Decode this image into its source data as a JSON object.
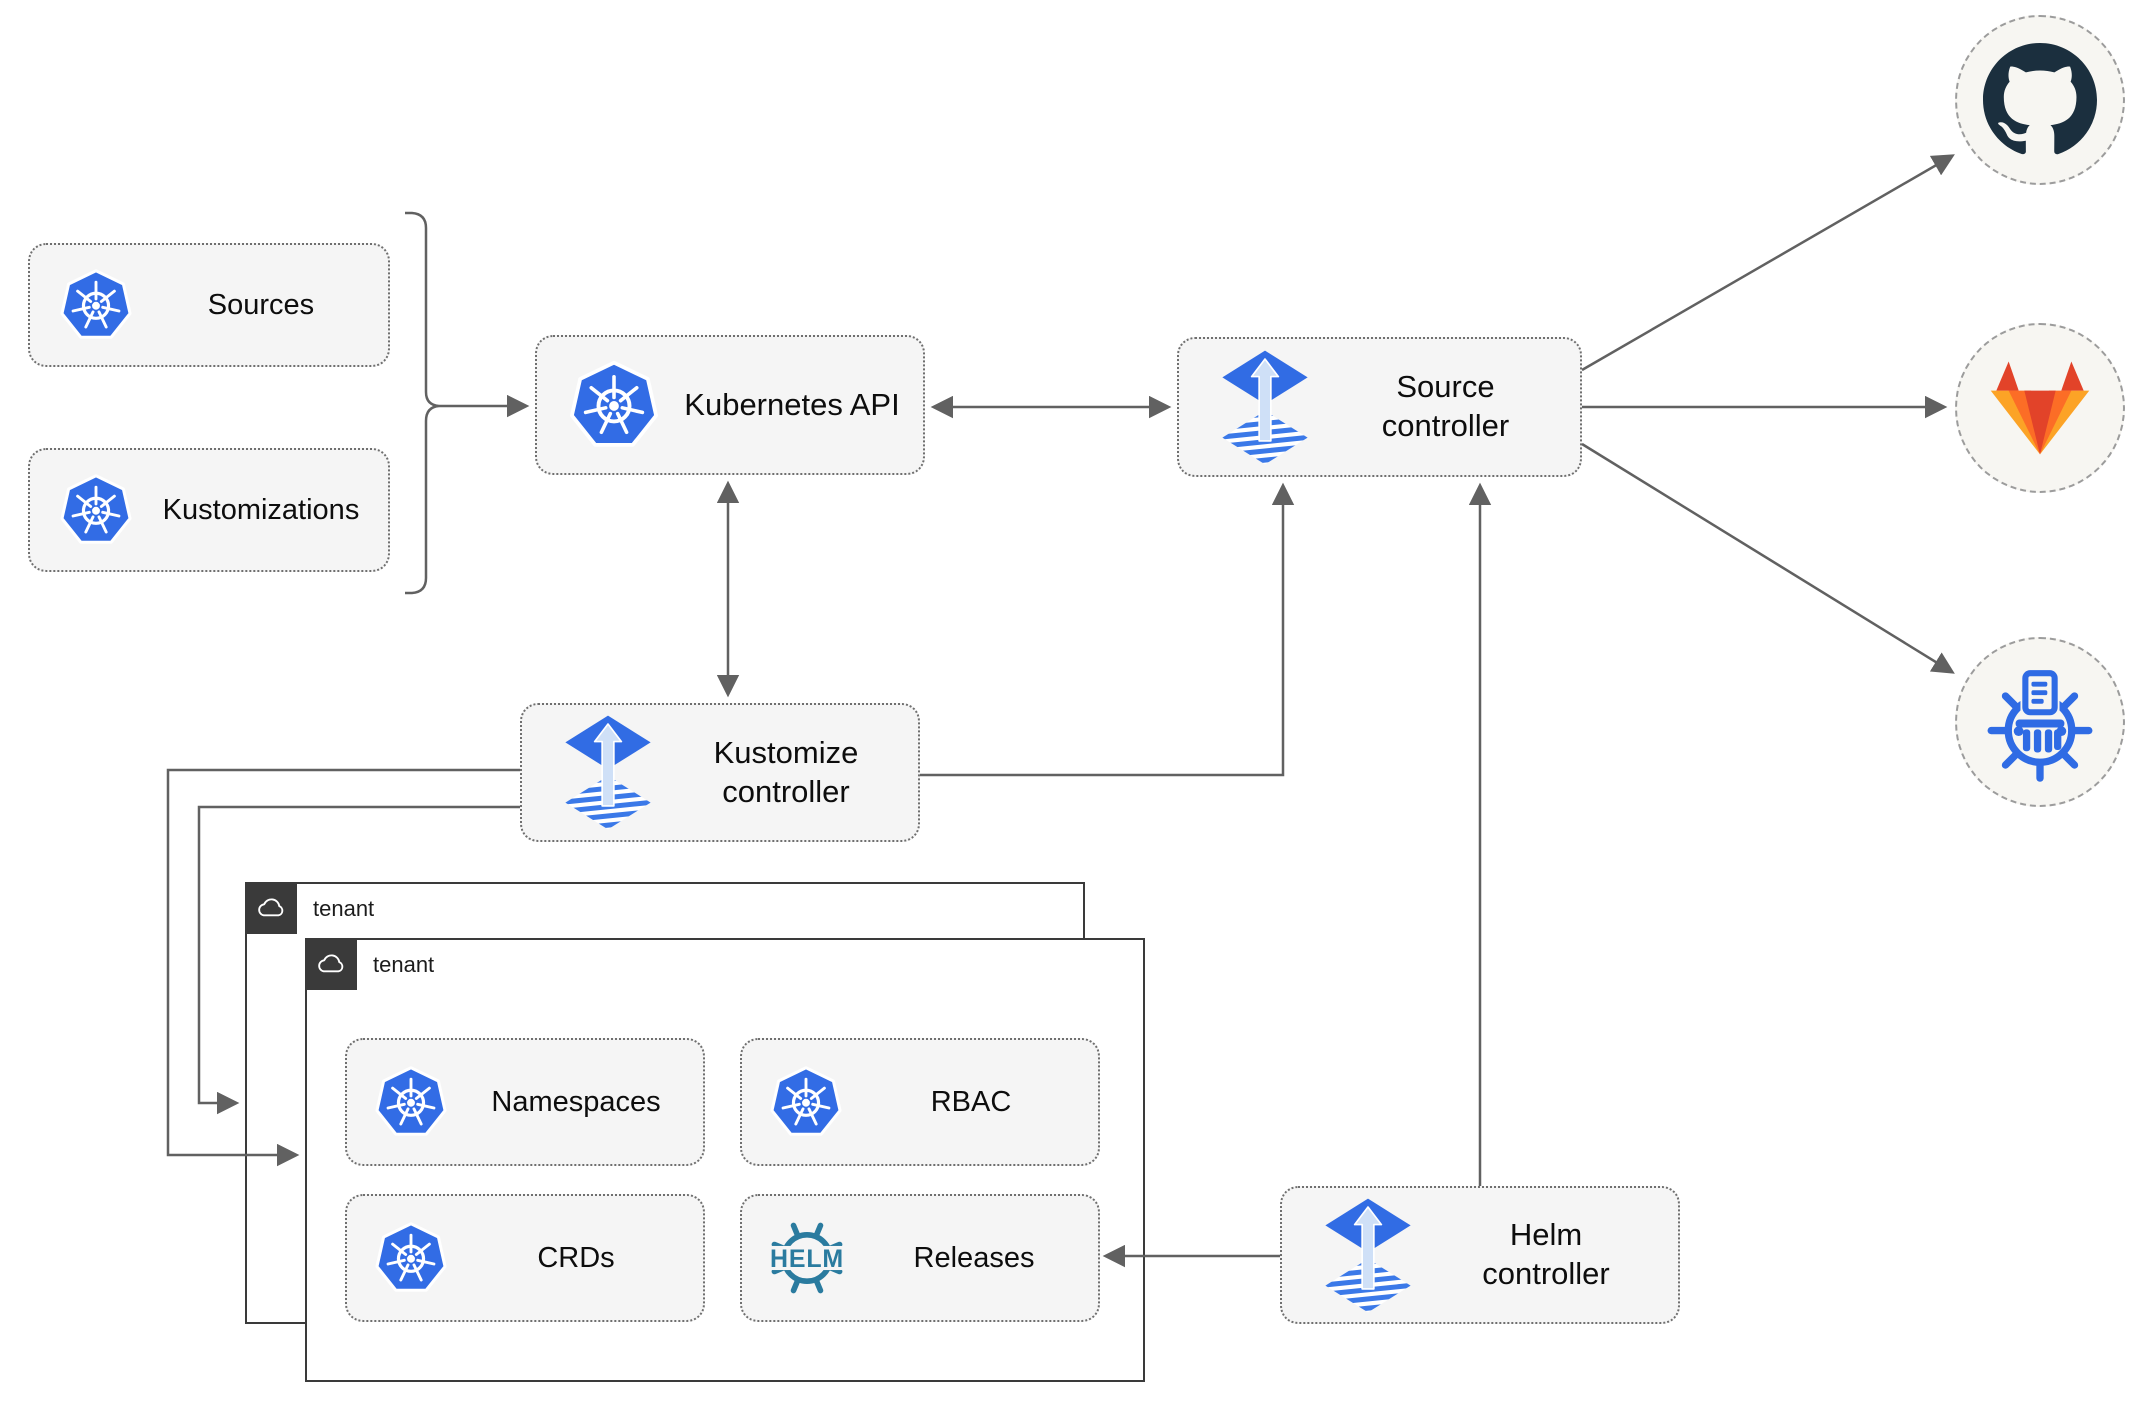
{
  "nodes": {
    "sources": {
      "label": "Sources",
      "icon": "kubernetes-icon"
    },
    "kustomizations": {
      "label": "Kustomizations",
      "icon": "kubernetes-icon"
    },
    "kubernetes_api": {
      "label": "Kubernetes API",
      "icon": "kubernetes-icon"
    },
    "source_controller": {
      "line1": "Source",
      "line2": "controller",
      "icon": "flux-icon"
    },
    "kustomize_controller": {
      "line1": "Kustomize",
      "line2": "controller",
      "icon": "flux-icon"
    },
    "helm_controller": {
      "line1": "Helm",
      "line2": "controller",
      "icon": "flux-icon"
    },
    "namespaces": {
      "label": "Namespaces",
      "icon": "kubernetes-icon"
    },
    "rbac": {
      "label": "RBAC",
      "icon": "kubernetes-icon"
    },
    "crds": {
      "label": "CRDs",
      "icon": "kubernetes-icon"
    },
    "releases": {
      "label": "Releases",
      "icon": "helm-icon",
      "icon_text": "HELM"
    }
  },
  "tenants": {
    "outer_label": "tenant",
    "inner_label": "tenant"
  },
  "external_targets": [
    {
      "name": "github",
      "icon": "github-icon"
    },
    {
      "name": "gitlab",
      "icon": "gitlab-icon"
    },
    {
      "name": "chartmuseum",
      "icon": "chartmuseum-icon"
    }
  ],
  "edges": [
    {
      "from": "sources+kustomizations",
      "to": "kubernetes_api",
      "style": "arrow-with-bracket"
    },
    {
      "from": "kubernetes_api",
      "to": "source_controller",
      "style": "double-arrow"
    },
    {
      "from": "kubernetes_api",
      "to": "kustomize_controller",
      "style": "double-arrow"
    },
    {
      "from": "kustomize_controller",
      "to": "source_controller",
      "style": "arrow"
    },
    {
      "from": "kustomize_controller",
      "to": "tenant_inner",
      "style": "arrow"
    },
    {
      "from": "kustomize_controller",
      "to": "tenant_outer",
      "style": "arrow"
    },
    {
      "from": "helm_controller",
      "to": "source_controller",
      "style": "arrow"
    },
    {
      "from": "helm_controller",
      "to": "releases",
      "style": "arrow"
    },
    {
      "from": "source_controller",
      "to": "github",
      "style": "arrow"
    },
    {
      "from": "source_controller",
      "to": "gitlab",
      "style": "arrow"
    },
    {
      "from": "source_controller",
      "to": "chartmuseum",
      "style": "arrow"
    }
  ],
  "colors": {
    "kubernetes_blue": "#326ce5",
    "flux_blue": "#316ce4",
    "helm_teal": "#2a7b9f",
    "chartmuseum_blue": "#2f6be4",
    "github_dark": "#1b2f3e",
    "gitlab_red": "#e24329",
    "gitlab_orange": "#fc6d26",
    "gitlab_yellow": "#fca326",
    "connector_gray": "#616161",
    "node_fill": "#f5f5f5",
    "tenant_dark": "#3a3a3a"
  }
}
